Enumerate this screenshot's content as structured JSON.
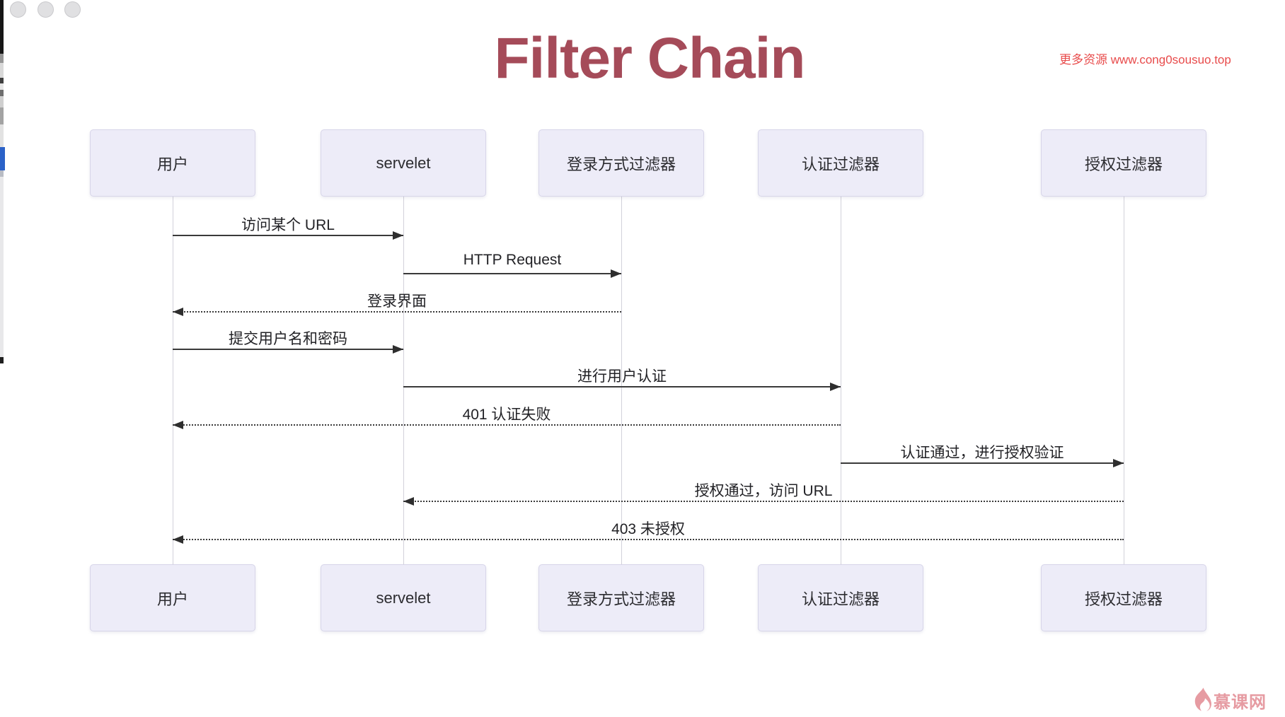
{
  "window": {
    "controls": [
      {
        "name": "close"
      },
      {
        "name": "minimize"
      },
      {
        "name": "zoom"
      }
    ]
  },
  "title": "Filter Chain",
  "promo": {
    "text": "更多资源 www.cong0sousuo.top"
  },
  "diagram": {
    "type": "sequence",
    "actors": [
      {
        "label": "用户"
      },
      {
        "label": "servelet"
      },
      {
        "label": "登录方式过滤器"
      },
      {
        "label": "认证过滤器"
      },
      {
        "label": "授权过滤器"
      }
    ],
    "messages": [
      {
        "label": "访问某个 URL",
        "from": "用户",
        "to": "servelet",
        "line": "solid",
        "direction": "right"
      },
      {
        "label": "HTTP Request",
        "from": "servelet",
        "to": "登录方式过滤器",
        "line": "solid",
        "direction": "right"
      },
      {
        "label": "登录界面",
        "from": "登录方式过滤器",
        "to": "用户",
        "line": "dotted",
        "direction": "left"
      },
      {
        "label": "提交用户名和密码",
        "from": "用户",
        "to": "servelet",
        "line": "solid",
        "direction": "right"
      },
      {
        "label": "进行用户认证",
        "from": "servelet",
        "to": "认证过滤器",
        "line": "solid",
        "direction": "right"
      },
      {
        "label": "401 认证失败",
        "from": "认证过滤器",
        "to": "用户",
        "line": "dotted",
        "direction": "left"
      },
      {
        "label": "认证通过，进行授权验证",
        "from": "认证过滤器",
        "to": "授权过滤器",
        "line": "solid",
        "direction": "right"
      },
      {
        "label": "授权通过，访问 URL",
        "from": "授权过滤器",
        "to": "servelet",
        "line": "dotted",
        "direction": "left"
      },
      {
        "label": "403 未授权",
        "from": "授权过滤器",
        "to": "用户",
        "line": "dotted",
        "direction": "left"
      }
    ]
  },
  "watermark": {
    "brand": "慕课网"
  },
  "colors": {
    "title": "#a54b59",
    "promo": "#e84b4b",
    "actor_box_fill": "#edecf8",
    "actor_box_border": "#d7d5e9",
    "line": "#3a3a3a",
    "watermark": "#e69ba2"
  }
}
